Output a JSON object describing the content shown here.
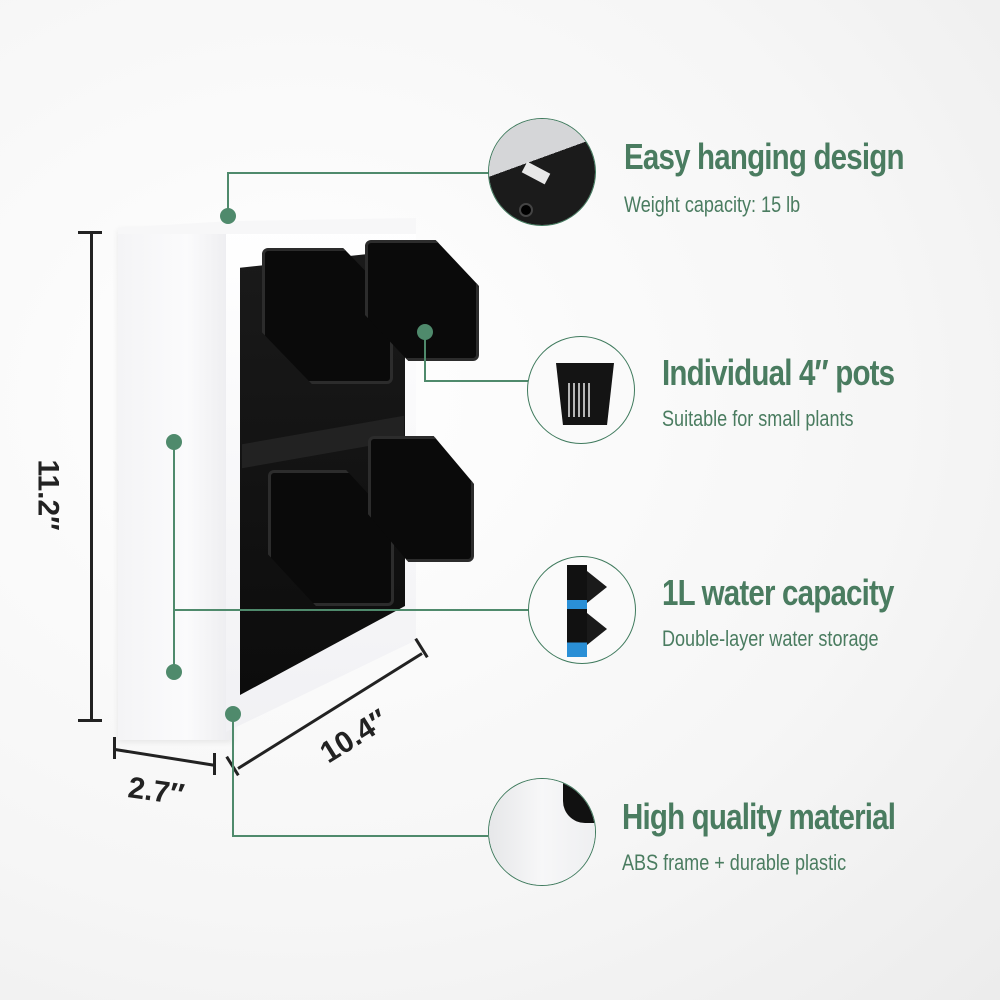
{
  "dimensions": {
    "height": "11.2″",
    "depth": "2.7″",
    "width": "10.4″"
  },
  "features": [
    {
      "title": "Easy hanging design",
      "subtitle": "Weight capacity: 15 lb",
      "icon": "hanging-bracket-icon"
    },
    {
      "title": "Individual 4″ pots",
      "subtitle": "Suitable for small plants",
      "icon": "pot-icon"
    },
    {
      "title": "1L water capacity",
      "subtitle": "Double-layer water storage",
      "icon": "water-reservoir-icon"
    },
    {
      "title": "High quality material",
      "subtitle": "ABS frame + durable plastic",
      "icon": "frame-corner-icon"
    }
  ],
  "colors": {
    "accent_green": "#4a7c60",
    "callout_green": "#4f8a6c",
    "water_blue": "#2a8fd6",
    "dimension_line": "#222222"
  }
}
